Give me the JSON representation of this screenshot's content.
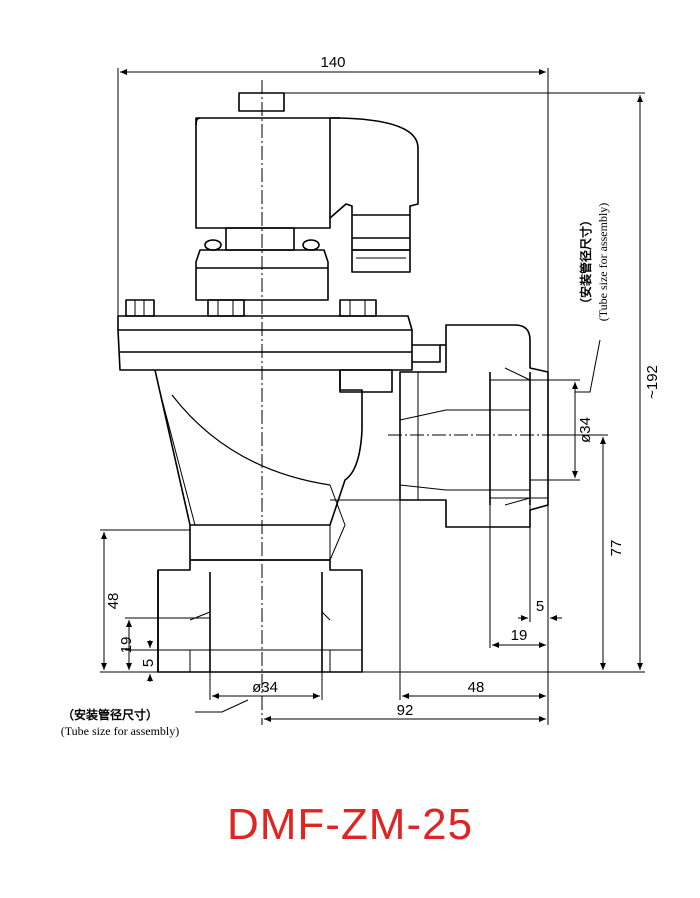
{
  "model": "DMF-ZM-25",
  "colors": {
    "title": "#e02424",
    "line": "#000000"
  },
  "dimensions": {
    "overall_width": "140",
    "overall_height": "~192",
    "side_port_height": "77",
    "side_port_dia": "ø34",
    "side_port_5": "5",
    "side_port_19": "19",
    "bottom_48_vertical": "48",
    "bottom_19_vertical": "19",
    "bottom_5_vertical": "5",
    "bottom_port_dia": "ø34",
    "center_to_side_48": "48",
    "center_to_side_92": "92"
  },
  "notes": {
    "assembly_cn": "（安装管径尺寸）",
    "assembly_en": "(Tube size for assembly)"
  }
}
